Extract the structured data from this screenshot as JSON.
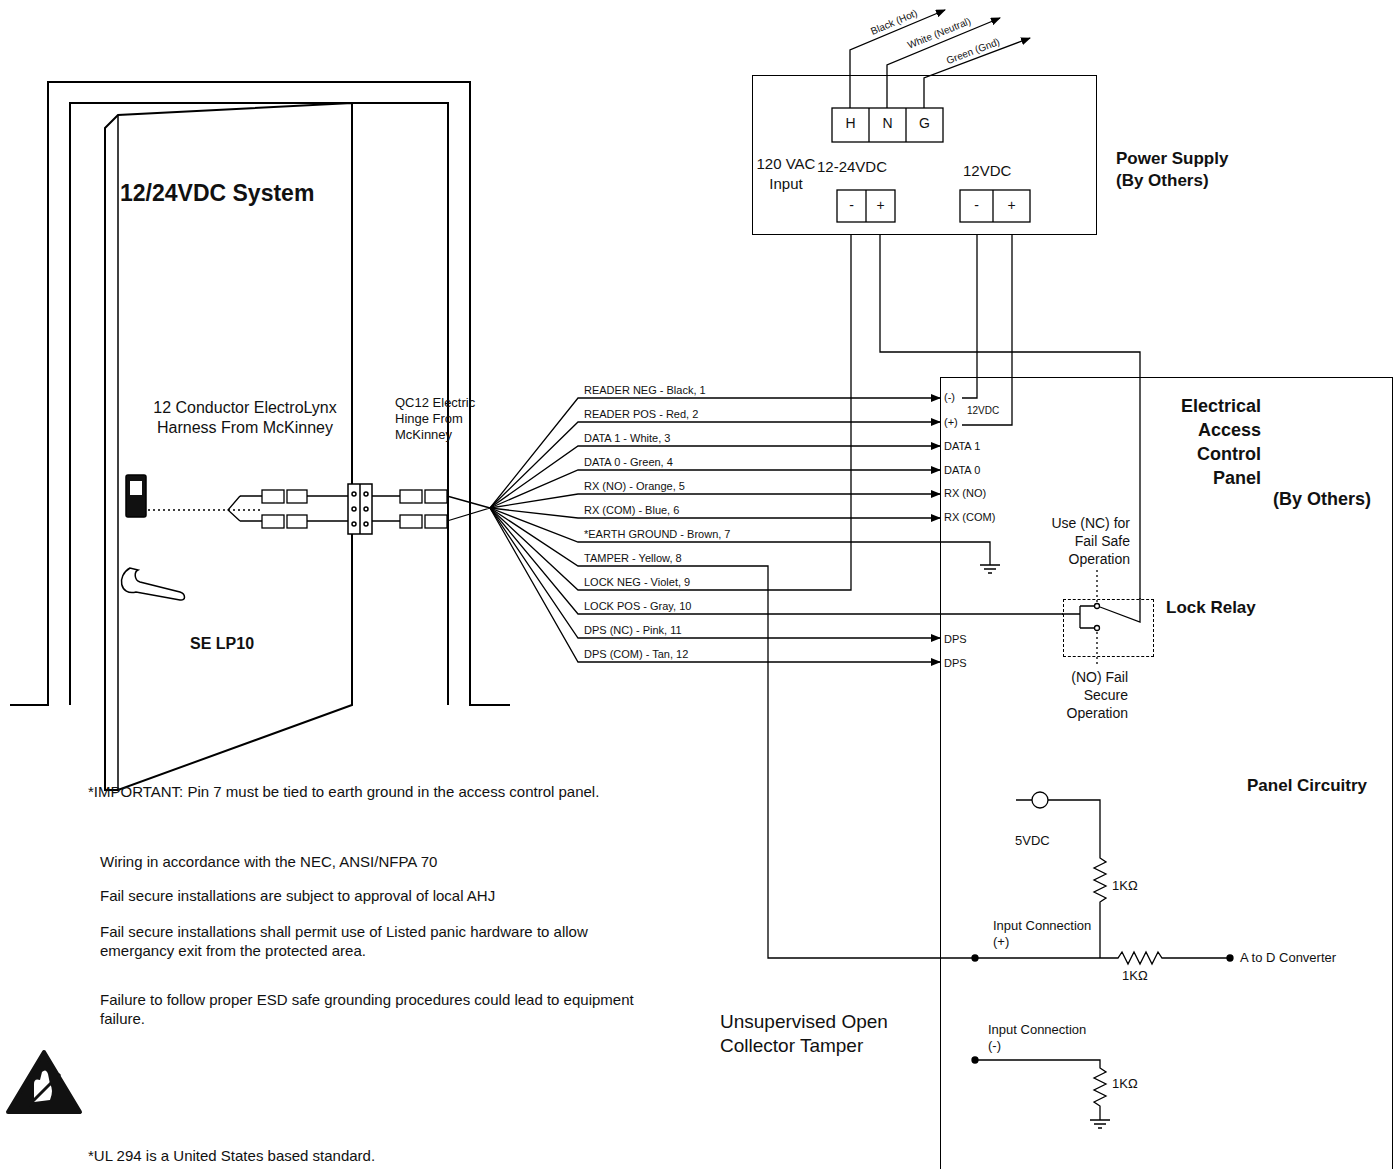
{
  "diagram": {
    "title": "12/24VDC System",
    "nodes": [
      {
        "text": [
          "Power Supply (By Others)",
          "120 VAC Input",
          "12-24VDC",
          "12VDC"
        ]
      },
      {
        "text": [
          "Electrical Access Control Panel",
          "(By Others)",
          "Panel Circuitry"
        ]
      },
      {
        "text": [
          "Lock Relay"
        ],
        "in": 1
      },
      {
        "text": [
          "12 Conductor ElectroLynx Harness From McKinney",
          "SE LP10"
        ]
      }
    ],
    "edges": [
      {
        "from": 3,
        "to": 1,
        "label": "READER NEG - Black, 1",
        "arrow": "to"
      },
      {
        "from": 3,
        "to": 1,
        "label": "READER POS - Red, 2",
        "arrow": "to"
      },
      {
        "from": 3,
        "to": 1,
        "label": "DATA 1 - White, 3",
        "arrow": "to"
      },
      {
        "from": 3,
        "to": 1,
        "label": "DATA 0 - Green, 4",
        "arrow": "to"
      },
      {
        "from": 3,
        "to": 1,
        "label": "RX (NO) - Orange, 5",
        "arrow": "to"
      },
      {
        "from": 3,
        "to": 1,
        "label": "RX (COM) - Blue, 6",
        "arrow": "to"
      },
      {
        "from": 3,
        "to": 1,
        "label": "*EARTH GROUND - Brown, 7",
        "arrow": "none"
      },
      {
        "from": 3,
        "to": 1,
        "label": "TAMPER - Yellow, 8",
        "arrow": "none"
      },
      {
        "from": 3,
        "to": 0,
        "label": "LOCK NEG - Violet, 9",
        "arrow": "none"
      },
      {
        "from": 3,
        "to": 2,
        "label": "LOCK POS - Gray, 10",
        "arrow": "none"
      },
      {
        "from": 3,
        "to": 1,
        "label": "DPS (NC) - Pink, 11",
        "arrow": "to"
      },
      {
        "from": 3,
        "to": 1,
        "label": "DPS (COM) - Tan, 12",
        "arrow": "to"
      },
      {
        "from": 0,
        "to": 1,
        "arrow": "none"
      },
      {
        "from": 0,
        "to": 1,
        "arrow": "none"
      },
      {
        "from": 0,
        "to": 2,
        "arrow": "none"
      }
    ],
    "labels": [
      "H",
      "N",
      "G",
      "-",
      "+",
      "-",
      "+",
      "Black (Hot)",
      "White (Neutral)",
      "Green (Gnd)",
      "(-)",
      "12VDC",
      "(+)",
      "DATA 1",
      "DATA 0",
      "RX (NO)",
      "RX (COM)",
      "Use (NC) for Fail Safe Operation",
      "(NO) Fail Secure Operation",
      "DPS",
      "DPS",
      "5VDC",
      "1KΩ",
      "Input Connection (+)",
      "1KΩ",
      "A to D Converter",
      "Input Connection (-)",
      "1KΩ",
      "Unsupervised Open Collector Tamper",
      "QC12 Electric Hinge From McKinney",
      "*IMPORTANT: Pin 7 must be tied to earth ground in the access control panel.",
      "Wiring in accordance with the NEC, ANSI/NFPA 70",
      "Fail secure installations are subject to approval of local AHJ",
      "Fail secure installations shall permit use of Listed panic hardware to allow emergancy exit from the protected area.",
      "Failure to follow proper ESD safe grounding procedures could lead to equipment failure.",
      "*UL 294 is a United States based standard."
    ]
  }
}
